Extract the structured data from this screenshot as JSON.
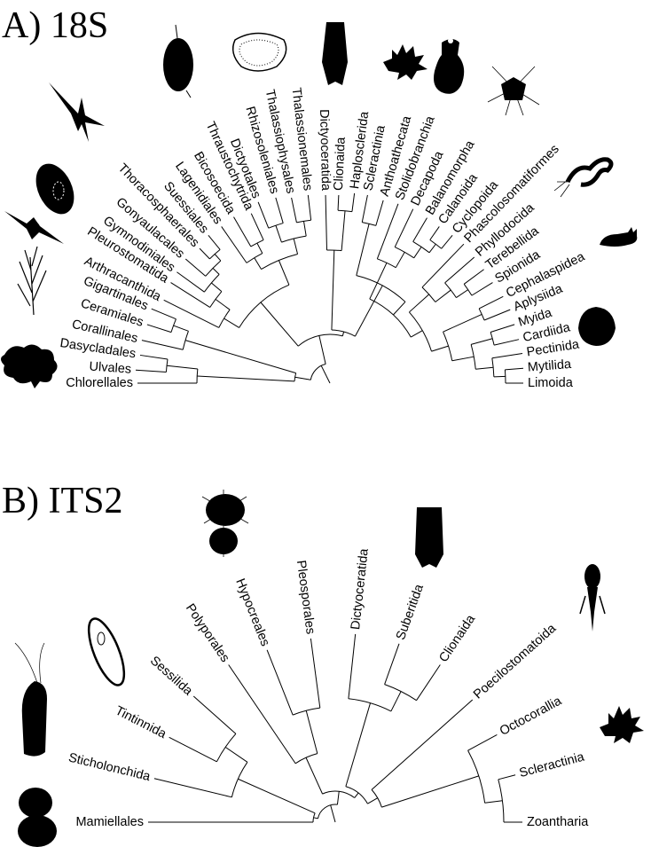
{
  "panels": [
    {
      "title": "A) 18S",
      "leaves": [
        "Chlorellales",
        "Ulvales",
        "Dasycladales",
        "Corallinales",
        "Ceramiales",
        "Gigartinales",
        "Arthracanthida",
        "Pleurostomatida",
        "Gymnodiniales",
        "Gonyaulacales",
        "Thoracosphaerales",
        "Suessiales",
        "Lagenidiales",
        "Bicosoecida",
        "Thraustochytrida",
        "Dictyotales",
        "Rhizosoleniales",
        "Thalassiophysales",
        "Thalassionemales",
        "Dictyoceratida",
        "Clionaida",
        "Haplosclerida",
        "Scleractinia",
        "Anthoathecata",
        "Stolidobranchia",
        "Decapoda",
        "Balanomorpha",
        "Calanoida",
        "Cyclopoida",
        "Phascolosomatiformes",
        "Phyllodocida",
        "Terebellida",
        "Spionida",
        "Cephalaspidea",
        "Aplysiida",
        "Myida",
        "Cardiida",
        "Pectinida",
        "Mytilida",
        "Limoida"
      ],
      "silhouettes": [
        "green-alga-icon",
        "seaweed-icon",
        "dinoflagellate-icon",
        "ciliate-icon",
        "radiolarian-icon",
        "thraustochytrid-icon",
        "diatom-icon",
        "sponge-icon",
        "coral-icon",
        "ascidian-icon",
        "echinoderm-larva-icon",
        "polychaete-icon",
        "sea-slug-icon",
        "scallop-icon"
      ]
    },
    {
      "title": "B) ITS2",
      "leaves": [
        "Mamiellales",
        "Sticholonchida",
        "Tintinnida",
        "Sessilida",
        "Polyporales",
        "Hypocreales",
        "Pleosporales",
        "Dictyoceratida",
        "Suberitida",
        "Clionaida",
        "Poecilostomatoida",
        "Octocorallia",
        "Scleractinia",
        "Zoantharia"
      ],
      "silhouettes": [
        "mamiellales-icon",
        "sticholonchida-icon",
        "ciliate-icon",
        "fungus-icon",
        "sponge-icon",
        "copepod-icon",
        "coral-icon"
      ]
    }
  ]
}
